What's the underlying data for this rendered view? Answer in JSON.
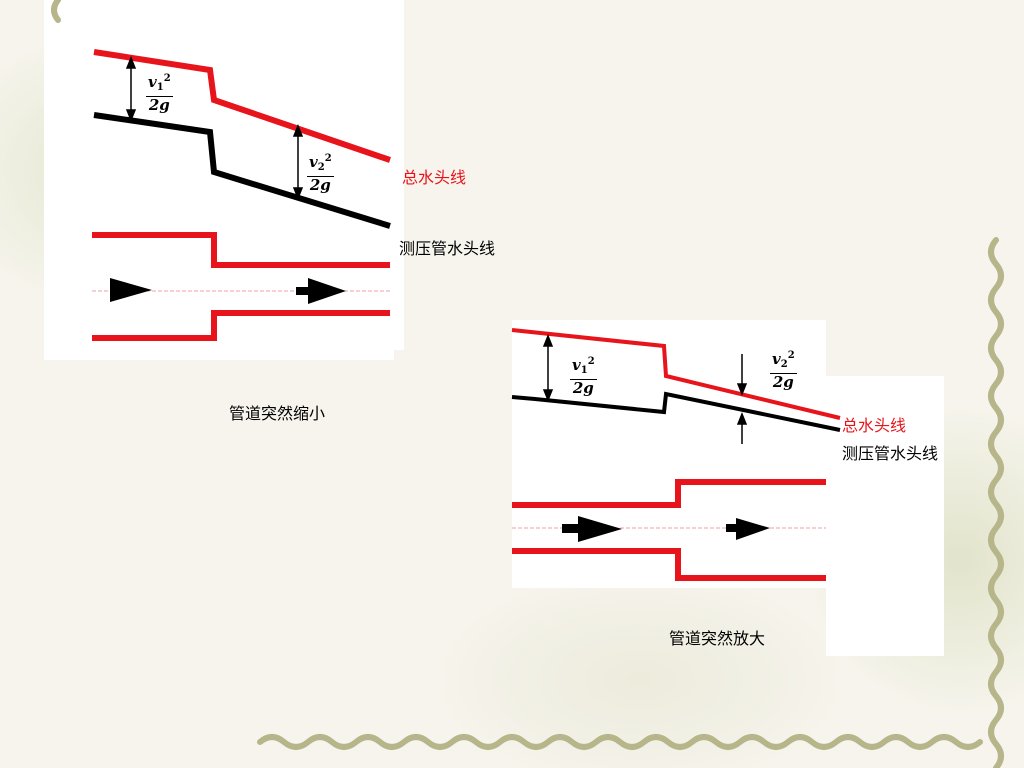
{
  "left_diagram": {
    "caption": "管道突然缩小",
    "total_head_label": "总水头线",
    "piezometric_label": "测压管水头线",
    "velocity_head_1": {
      "v": "v",
      "sub": "1",
      "sup": "2",
      "den": "2g"
    },
    "velocity_head_2": {
      "v": "v",
      "sub": "2",
      "sup": "2",
      "den": "2g"
    }
  },
  "right_diagram": {
    "caption": "管道突然放大",
    "total_head_label": "总水头线",
    "piezometric_label": "测压管水头线",
    "velocity_head_1": {
      "v": "v",
      "sub": "1",
      "sup": "2",
      "den": "2g"
    },
    "velocity_head_2": {
      "v": "v",
      "sub": "2",
      "sup": "2",
      "den": "2g"
    }
  },
  "colors": {
    "total_head_line": "#e8141b",
    "piezometric_line": "#000000",
    "pipe_wall": "#e8141b",
    "centerline": "#f0a0a0"
  }
}
